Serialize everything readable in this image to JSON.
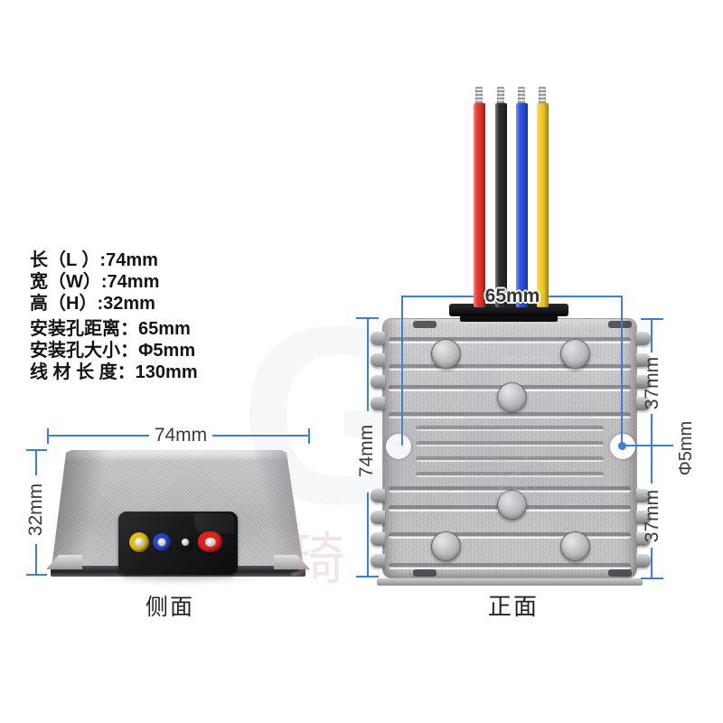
{
  "product_specs": {
    "items": [
      "长（L ）:74mm",
      "宽（W）:74mm",
      "高（H）:32mm",
      "安装孔距离：65mm",
      "安装孔大小：Φ5mm",
      "线 材 长 度：130mm"
    ]
  },
  "front_view": {
    "caption": "正面",
    "dim_hole_spacing": "65mm",
    "dim_height": "74mm",
    "dim_hole_to_top": "37mm",
    "dim_hole_to_bottom": "37mm",
    "dim_hole_size": "Φ5mm"
  },
  "side_view": {
    "caption": "侧面",
    "dim_width": "74mm",
    "dim_height": "32mm"
  },
  "wires": [
    {
      "name": "red",
      "color": "#e8352b"
    },
    {
      "name": "black",
      "color": "#2d2b2c"
    },
    {
      "name": "blue",
      "color": "#2b50e0"
    },
    {
      "name": "yellow",
      "color": "#f2ca25"
    }
  ],
  "connector_dots": [
    {
      "name": "yellow",
      "color": "#e2bd14"
    },
    {
      "name": "blue",
      "color": "#2b46c8"
    },
    {
      "name": "black",
      "color": "#1a1a1c"
    },
    {
      "name": "red",
      "color": "#de231d"
    }
  ],
  "colors": {
    "dimension_line": "#3c7edb",
    "dimension_text": "#3b3b3b"
  },
  "watermark": {
    "latin": "GE",
    "cjk": "琦"
  }
}
